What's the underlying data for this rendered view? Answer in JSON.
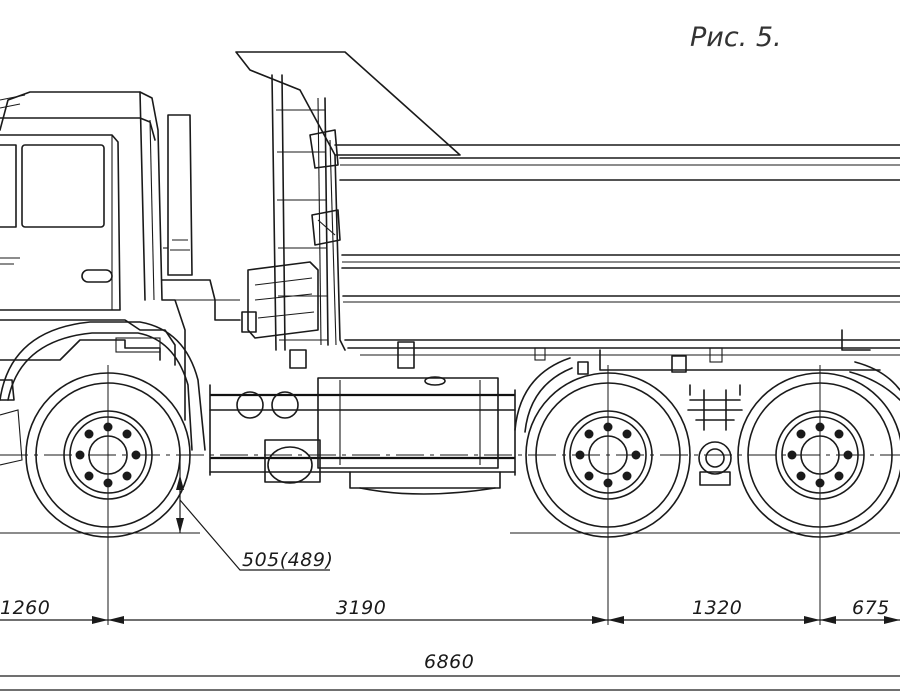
{
  "figure": {
    "caption": "Рис. 5."
  },
  "dimensions": {
    "ground_clearance": "505(489)",
    "front_overhang": "1260",
    "wheelbase_front_to_mid": "3190",
    "rear_axle_spacing": "1320",
    "rear_overhang": "675",
    "overall_length": "6860"
  }
}
